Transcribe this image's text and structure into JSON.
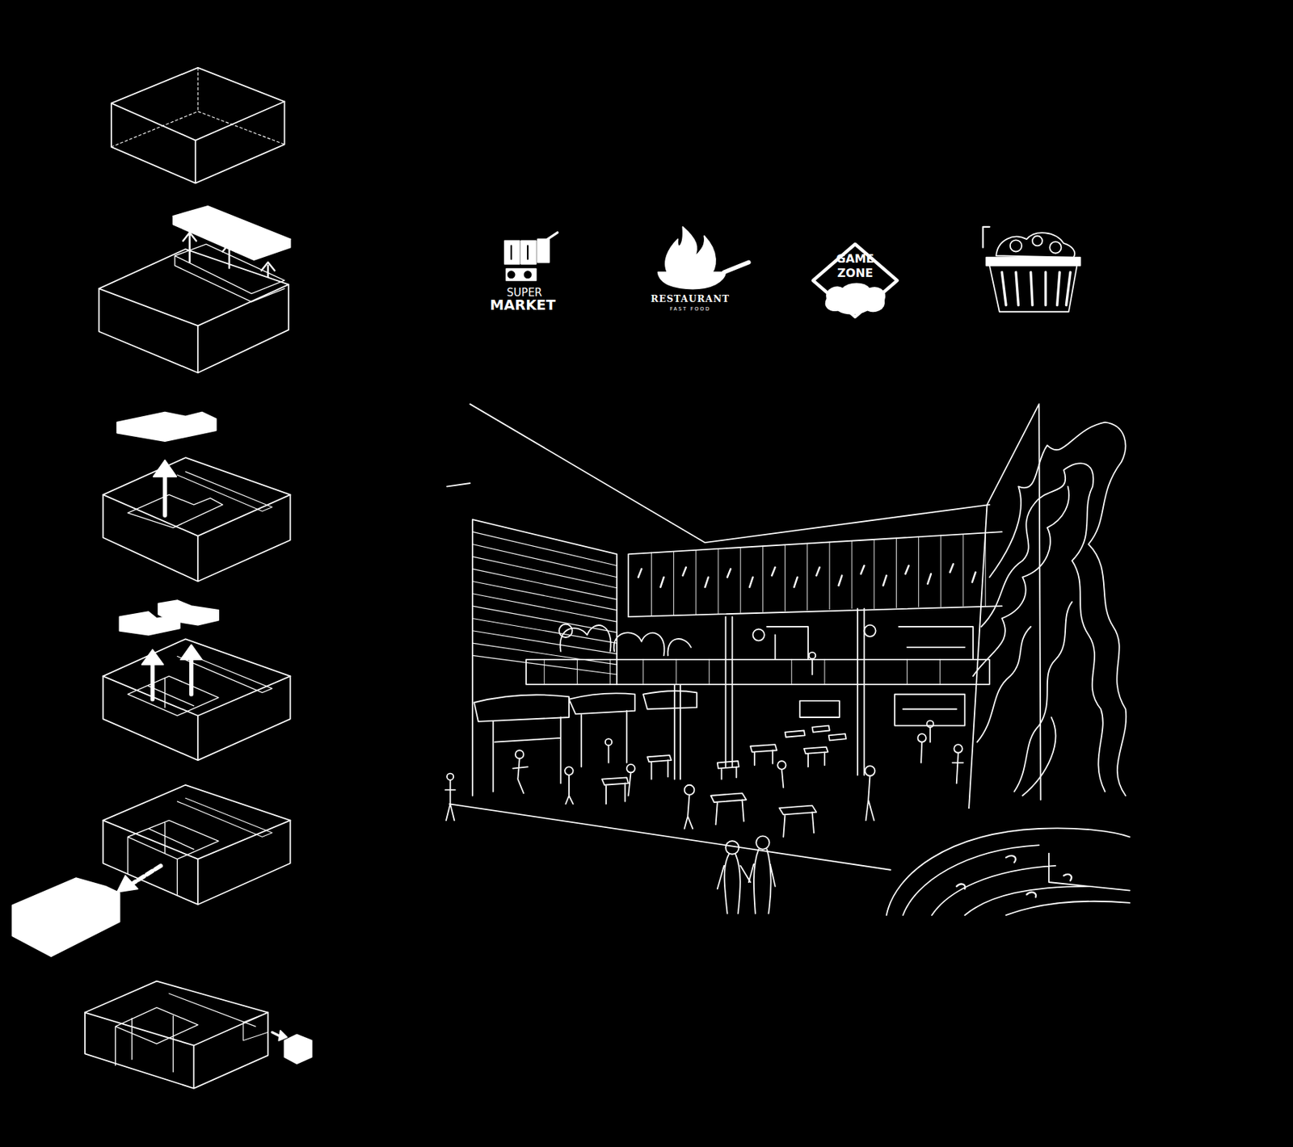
{
  "diagram": {
    "labels": [
      "SUPER",
      "MARKET",
      "RESTAURANT",
      "FAST FOOD",
      "GAME",
      "ZONE"
    ]
  }
}
